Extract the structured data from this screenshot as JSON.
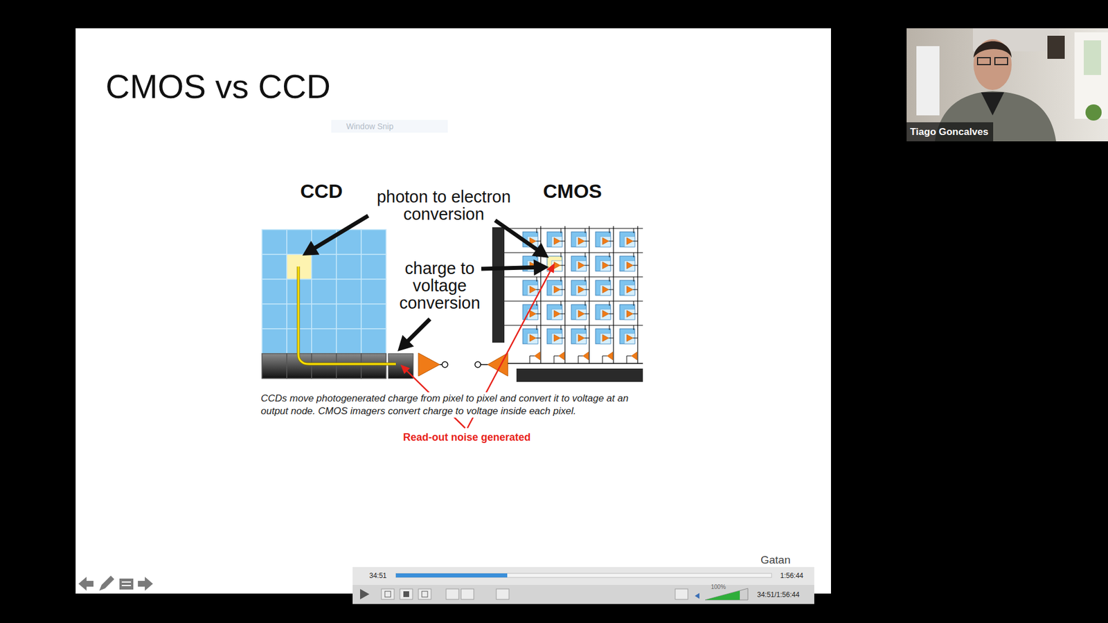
{
  "diagram": {
    "title": "CMOS vs CCD",
    "caption": "CCDs move photogenerated charge from pixel to pixel and convert it to voltage at an output node. CMOS imagers convert charge to voltage inside each pixel.",
    "labels": [
      "CCD",
      "photon to electron conversion",
      "CMOS",
      "charge to voltage conversion",
      "Read-out noise generated",
      "Window Snip",
      "Tiago Goncalves",
      "34:51",
      "1:56:44",
      "100%",
      "34:51/1:56:44",
      "Gatan"
    ]
  }
}
